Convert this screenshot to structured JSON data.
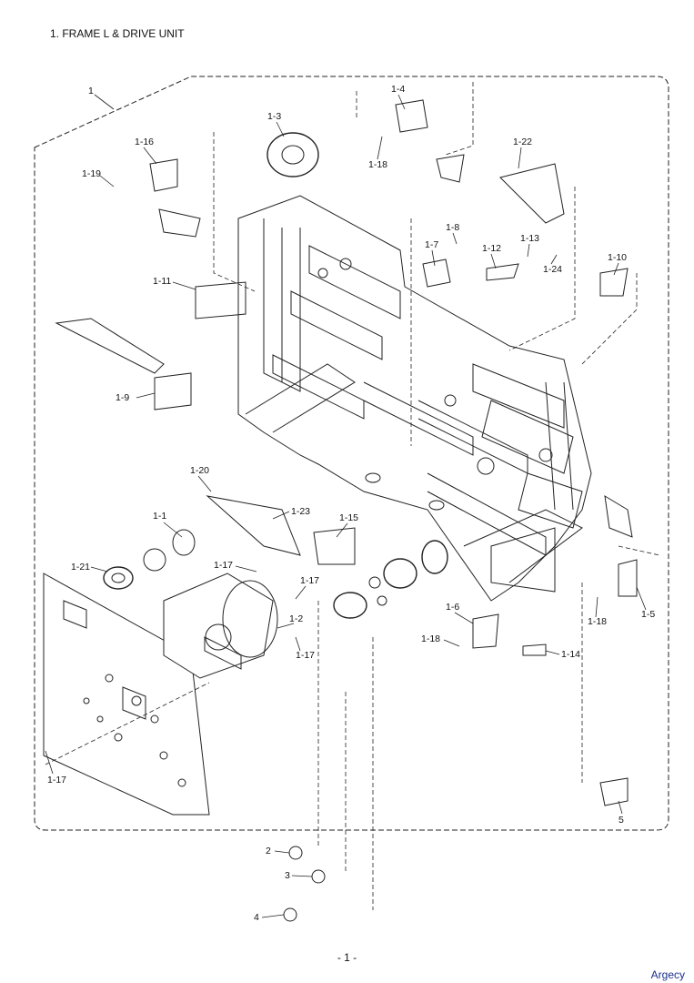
{
  "title": "1. FRAME L & DRIVE UNIT",
  "page_number": "- 1 -",
  "watermark": "Argecy",
  "callouts": [
    {
      "id": "1",
      "label": "1"
    },
    {
      "id": "1-1",
      "label": "1-1"
    },
    {
      "id": "1-2",
      "label": "1-2"
    },
    {
      "id": "1-3",
      "label": "1-3"
    },
    {
      "id": "1-4",
      "label": "1-4"
    },
    {
      "id": "1-5",
      "label": "1-5"
    },
    {
      "id": "1-6",
      "label": "1-6"
    },
    {
      "id": "1-7",
      "label": "1-7"
    },
    {
      "id": "1-8",
      "label": "1-8"
    },
    {
      "id": "1-9",
      "label": "1-9"
    },
    {
      "id": "1-10",
      "label": "1-10"
    },
    {
      "id": "1-11",
      "label": "1-11"
    },
    {
      "id": "1-12",
      "label": "1-12"
    },
    {
      "id": "1-13",
      "label": "1-13"
    },
    {
      "id": "1-14",
      "label": "1-14"
    },
    {
      "id": "1-15",
      "label": "1-15"
    },
    {
      "id": "1-16",
      "label": "1-16"
    },
    {
      "id": "1-17a",
      "label": "1-17"
    },
    {
      "id": "1-17b",
      "label": "1-17"
    },
    {
      "id": "1-17c",
      "label": "1-17"
    },
    {
      "id": "1-17d",
      "label": "1-17"
    },
    {
      "id": "1-18a",
      "label": "1-18"
    },
    {
      "id": "1-18b",
      "label": "1-18"
    },
    {
      "id": "1-18c",
      "label": "1-18"
    },
    {
      "id": "1-19",
      "label": "1-19"
    },
    {
      "id": "1-20",
      "label": "1-20"
    },
    {
      "id": "1-21",
      "label": "1-21"
    },
    {
      "id": "1-22",
      "label": "1-22"
    },
    {
      "id": "1-23",
      "label": "1-23"
    },
    {
      "id": "1-24",
      "label": "1-24"
    },
    {
      "id": "2",
      "label": "2"
    },
    {
      "id": "3",
      "label": "3"
    },
    {
      "id": "4",
      "label": "4"
    },
    {
      "id": "5",
      "label": "5"
    }
  ]
}
